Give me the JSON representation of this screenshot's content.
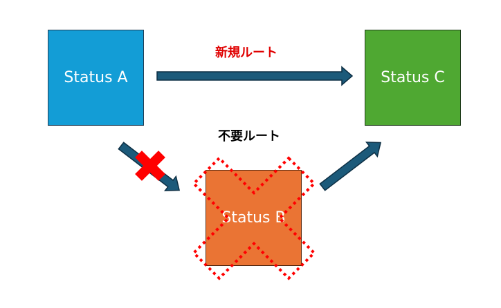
{
  "nodes": {
    "status_a": {
      "label": "Status A",
      "color": "#139dd6"
    },
    "status_b": {
      "label": "Status B",
      "color": "#ea7434"
    },
    "status_c": {
      "label": "Status C",
      "color": "#4fa832"
    }
  },
  "labels": {
    "new_route": {
      "text": "新規ルート",
      "color": "#e00000"
    },
    "unneeded_route": {
      "text": "不要ルート"
    }
  },
  "arrows": {
    "color": "#1c5a7a",
    "stroke": "#0d2f44"
  },
  "marks": {
    "cross_color": "#ff0000",
    "dotted_cross_color": "#ff0000"
  }
}
